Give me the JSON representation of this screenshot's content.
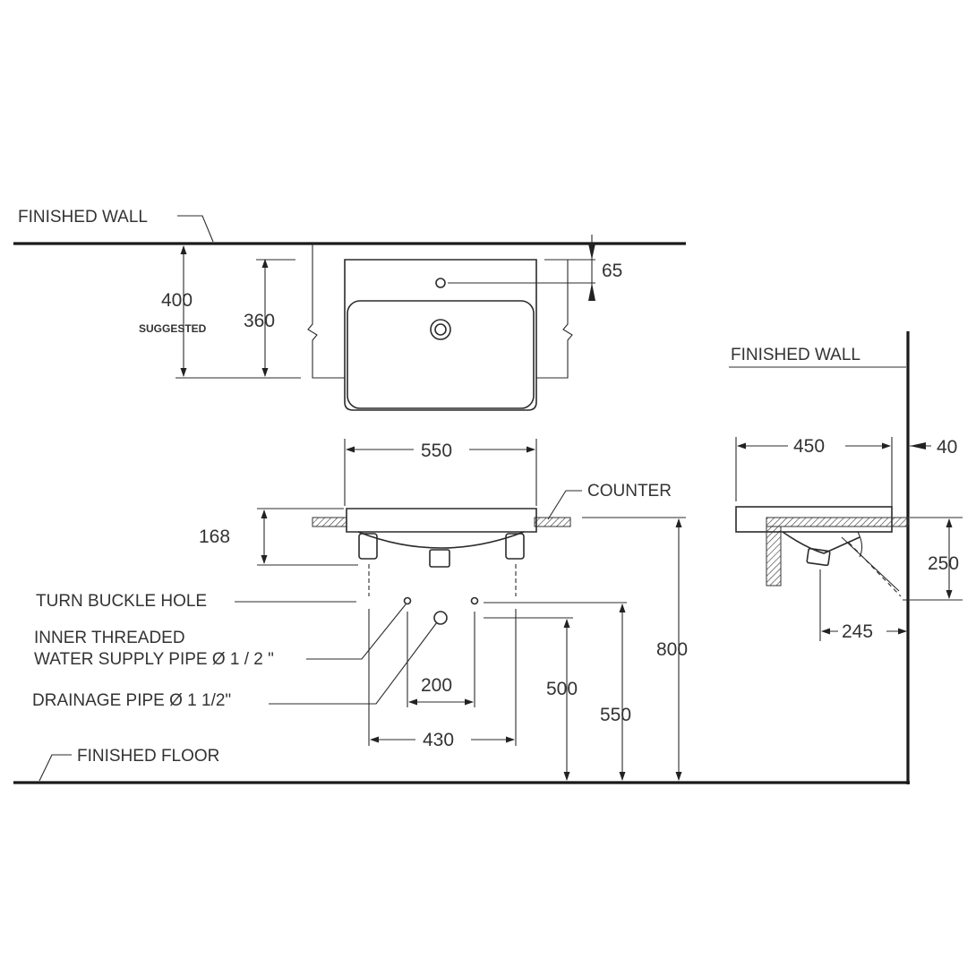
{
  "labels": {
    "finished_wall_top": "FINISHED WALL",
    "finished_wall_side": "FINISHED WALL",
    "finished_floor": "FINISHED FLOOR",
    "counter": "COUNTER",
    "turn_buckle_hole": "TURN BUCKLE HOLE",
    "inner_threaded_1": "INNER THREADED",
    "inner_threaded_2": "WATER SUPPLY PIPE Ø 1 / 2 \"",
    "drainage_pipe": "DRAINAGE PIPE Ø 1 1/2\"",
    "suggested": "SUGGESTED"
  },
  "dimensions": {
    "d400": "400",
    "d360": "360",
    "d65": "65",
    "d550_width": "550",
    "d168": "168",
    "d450": "450",
    "d40": "40",
    "d250": "250",
    "d245": "245",
    "d200": "200",
    "d430": "430",
    "d500": "500",
    "d550_height": "550",
    "d800": "800"
  }
}
